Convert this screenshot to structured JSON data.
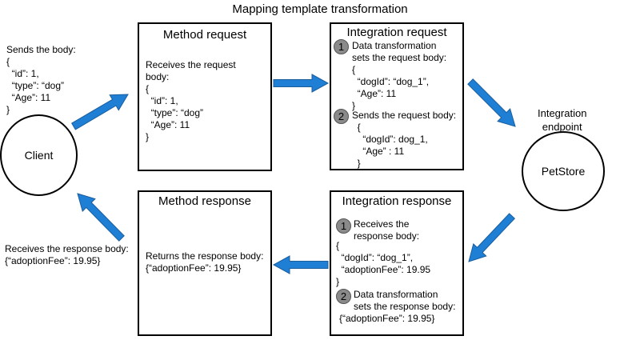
{
  "title": "Mapping template transformation",
  "client": {
    "label": "Client",
    "sends_text": "Sends the body:\n{\n  “id”: 1,\n  “type”: “dog”\n  “Age”: 11\n}",
    "receives_label": "Receives the response body:",
    "receives_value": "{“adoptionFee”: 19.95}"
  },
  "method_request": {
    "title": "Method request",
    "body": "Receives the request\nbody:\n{\n  “id”: 1,\n  “type”: “dog”\n  “Age”: 11\n}"
  },
  "integration_request": {
    "title": "Integration request",
    "step1_number": "1",
    "step1_text": "Data transformation\nsets the request body:\n{\n  “dogId”: “dog_1”,\n  “Age”: 11\n}",
    "step2_number": "2",
    "step2_text": "Sends the request body:\n  {\n    “dogId”: dog_1,\n    “Age” : 11\n  }"
  },
  "endpoint": {
    "label": "Integration\nendpoint",
    "circle_label": "PetStore"
  },
  "method_response": {
    "title": "Method response",
    "body": "Returns the response body:\n{“adoptionFee”: 19.95}"
  },
  "integration_response": {
    "title": "Integration response",
    "step1_number": "1",
    "step1_text": "Receives the\nresponse body:",
    "step1_body": "{\n  “dogId”: “dog_1”,\n  “adoptionFee”: 19.95\n}",
    "step2_number": "2",
    "step2_text": "Data transformation\nsets the response body:",
    "step2_body": "{“adoptionFee”: 19.95}"
  },
  "colors": {
    "arrow": "#1f7fd4",
    "arrow_stroke": "#1a5e9e",
    "step_circle": "#8a8a8a"
  }
}
